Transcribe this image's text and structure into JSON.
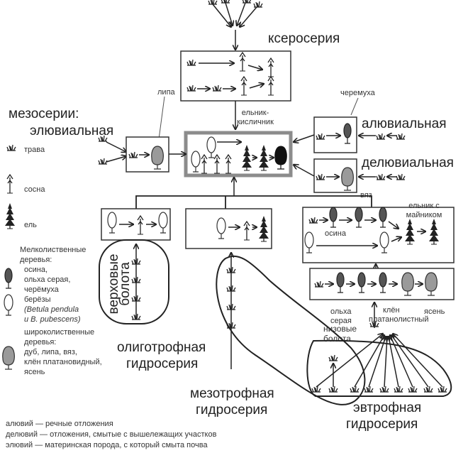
{
  "labels": {
    "xeroseries": "ксеросерия",
    "mesoseries": "мезосерии:",
    "eluvial": "элювиальная",
    "alluvial": "алювиальная",
    "deluvial": "делювиальная",
    "linden": "липа",
    "bird_cherry": "черемуха",
    "spruce_oxalis_1": "ельник-",
    "spruce_oxalis_2": "кисличник",
    "elm": "вяз",
    "spruce_maianthemum_1": "ельник с",
    "spruce_maianthemum_2": "майником",
    "aspen": "осина",
    "raised_bogs_1": "верховые",
    "raised_bogs_2": "болота",
    "grey_alder_1": "ольха",
    "grey_alder_2": "серая",
    "maple_1": "клён",
    "maple_2": "платанолистный",
    "ash": "ясень",
    "lowland_bogs_1": "низовые",
    "lowland_bogs_2": "болота",
    "oligotrophic_1": "олиготрофная",
    "oligotrophic_2": "гидросерия",
    "mesotrophic_1": "мезотрофная",
    "mesotrophic_2": "гидросерия",
    "eutrophic_1": "эвтрофная",
    "eutrophic_2": "гидросерия"
  },
  "legend": {
    "grass": "трава",
    "pine": "сосна",
    "spruce": "ель",
    "small_leaved": [
      "Мелколиственные",
      "деревья:",
      "осина,",
      "ольха серая,",
      "черёмуха"
    ],
    "birch": [
      "берёзы",
      "(Betula pendula",
      "и B. pubescens)"
    ],
    "broad_leaved": [
      "широколиственные",
      "деревья:",
      "дуб, липа, вяз,",
      "клён платановидный,",
      "ясень"
    ]
  },
  "footnotes": [
    "алювий — речные отложения",
    "делювий — отложения, смытые с вышележащих участков",
    "элювий — материнская порода, с который смыта почва"
  ],
  "colors": {
    "broadleaf": "#9a9a9a",
    "small_leaved": "#555555",
    "central_box": "#8c8c8c"
  }
}
